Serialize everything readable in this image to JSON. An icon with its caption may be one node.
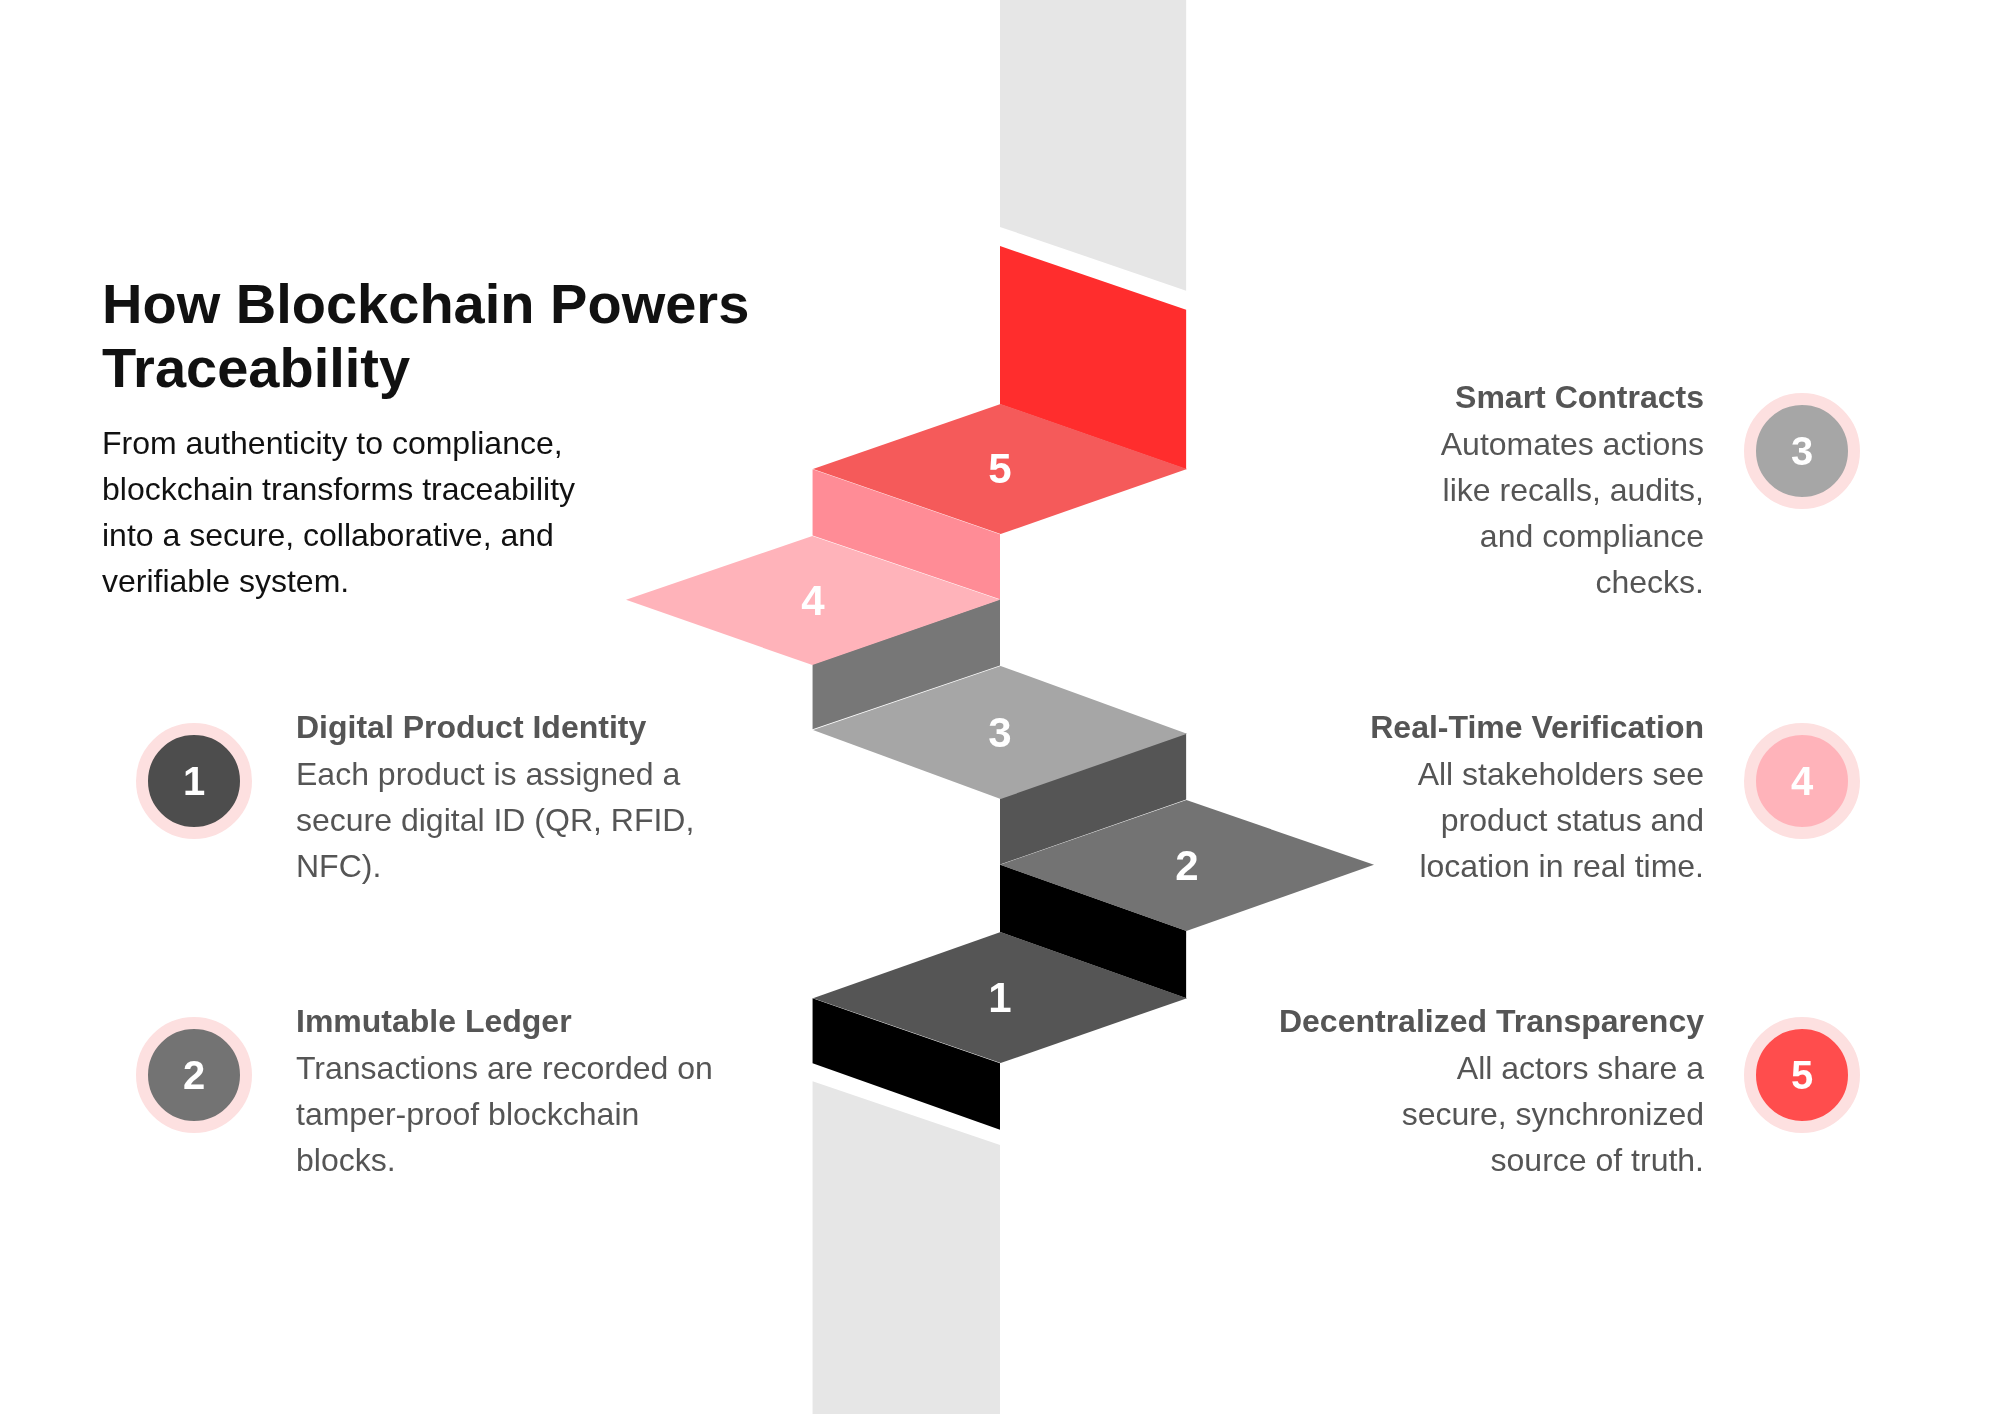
{
  "diagram": {
    "title": "How Blockchain Powers Traceability",
    "nodes": [
      {
        "text": [
          "5"
        ]
      },
      {
        "text": [
          "4"
        ]
      },
      {
        "text": [
          "3"
        ]
      },
      {
        "text": [
          "2"
        ]
      },
      {
        "text": [
          "1"
        ]
      },
      {
        "text": [
          "1"
        ],
        "beside": [
          "Digital Product Identity",
          "Each product is assigned a secure digital ID (QR, RFID, NFC)."
        ]
      },
      {
        "text": [
          "2"
        ],
        "beside": [
          "Immutable Ledger",
          "Transactions are recorded on tamper-proof blockchain blocks."
        ]
      },
      {
        "text": [
          "3"
        ],
        "beside": [
          "Smart Contracts",
          "Automates actions like recalls, audits, and compliance checks."
        ]
      },
      {
        "text": [
          "4"
        ],
        "beside": [
          "Real-Time Verification",
          "All stakeholders see product status and location in real time."
        ]
      },
      {
        "text": [
          "5"
        ],
        "beside": [
          "Decentralized Transparency",
          "All actors share a secure, synchronized source of truth."
        ]
      }
    ],
    "edges": [],
    "labels": [
      "From authenticity to compliance, blockchain transforms traceability into a secure, collaborative, and verifiable system."
    ]
  }
}
